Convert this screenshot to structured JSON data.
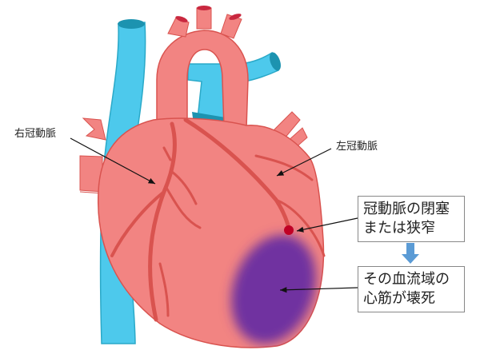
{
  "labels": {
    "right_coronary": "右冠動脈",
    "left_coronary": "左冠動脈"
  },
  "boxes": {
    "occlusion": {
      "line1": "冠動脈の閉塞",
      "line2": "または狭窄"
    },
    "necrosis": {
      "line1": "その血流域の",
      "line2": "心筋が壊死"
    }
  },
  "colors": {
    "heart": "#f28482",
    "artery": "#d9534f",
    "vein": "#4dc9ec",
    "necrosis": "#7030a0",
    "flow_arrow": "#5b9bd5"
  }
}
